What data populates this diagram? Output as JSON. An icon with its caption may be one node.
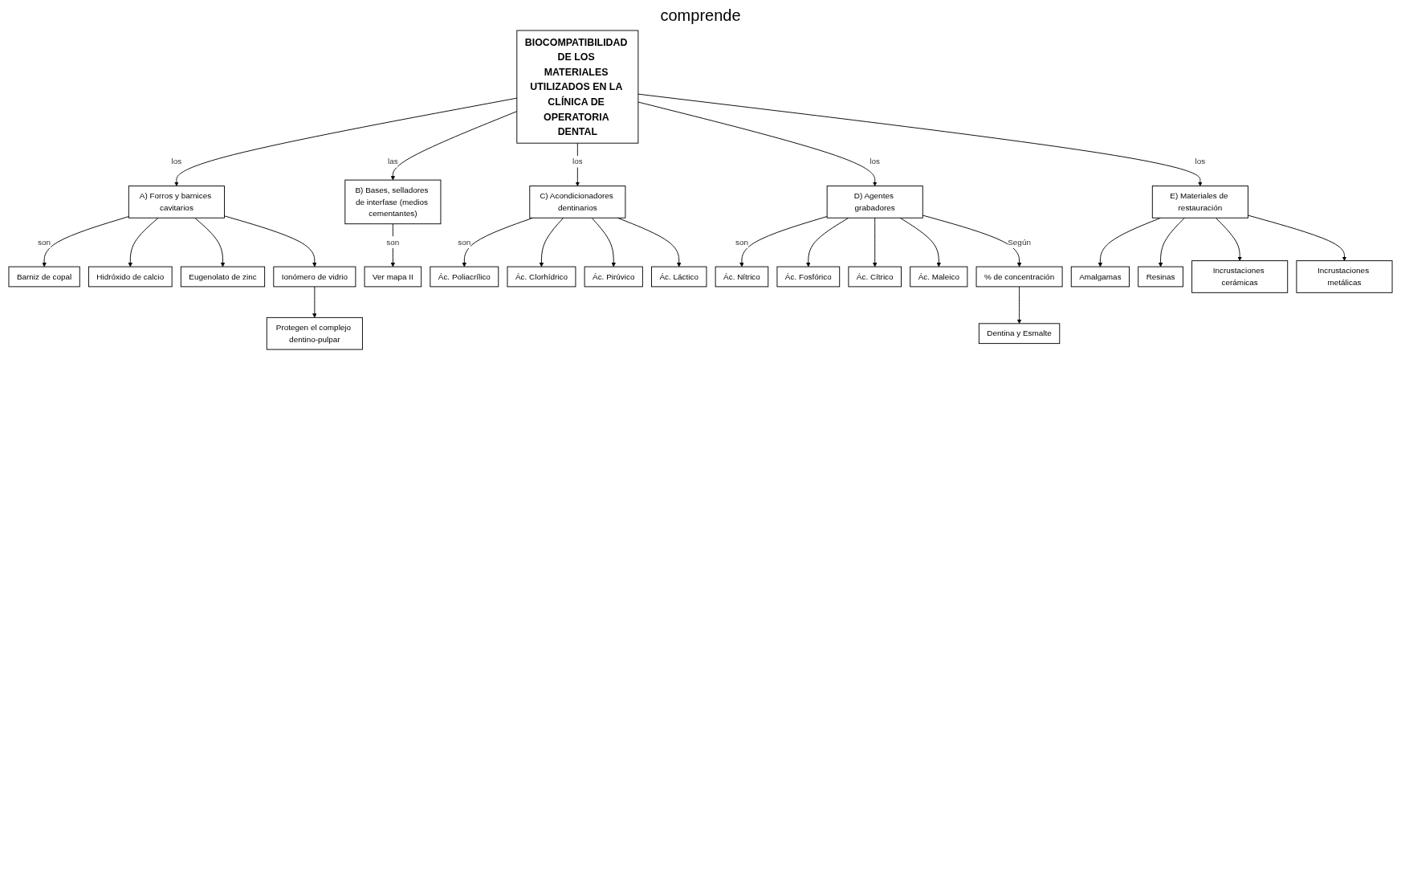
{
  "diagram": {
    "nodes": [
      {
        "text": [
          "BIOCOMPATIBILIDAD DE LOS MATERIALES UTILIZADOS EN LA CLÍNICA DE OPERATORIA DENTAL"
        ]
      },
      {
        "text": [
          "A) Forros y barnices cavitarios"
        ]
      },
      {
        "text": [
          "B) Bases, selladores de interfase (medios cementantes)"
        ]
      },
      {
        "text": [
          "C) Acondicionadores dentinarios"
        ]
      },
      {
        "text": [
          "D) Agentes grabadores"
        ]
      },
      {
        "text": [
          "E) Materiales de restauración"
        ]
      },
      {
        "text": [
          "Barniz de copal"
        ]
      },
      {
        "text": [
          "Hidróxido de calcio"
        ]
      },
      {
        "text": [
          "Eugenolato de zinc"
        ]
      },
      {
        "text": [
          "Ionómero de vidrio"
        ]
      },
      {
        "text": [
          "Protegen el complejo dentino-pulpar"
        ]
      },
      {
        "text": [
          "Ver mapa II"
        ]
      },
      {
        "text": [
          "Ác. Poliacrílico"
        ]
      },
      {
        "text": [
          "Ác. Clorhídrico"
        ]
      },
      {
        "text": [
          "Ác. Pirúvico"
        ]
      },
      {
        "text": [
          "Ác. Láctico"
        ]
      },
      {
        "text": [
          "Ác. Nítrico"
        ]
      },
      {
        "text": [
          "Ác. Fosfórico"
        ]
      },
      {
        "text": [
          "Ác. Cítrico"
        ]
      },
      {
        "text": [
          "Ác. Maleico"
        ]
      },
      {
        "text": [
          "% de concentración"
        ]
      },
      {
        "text": [
          "Dentina y Esmalte"
        ]
      },
      {
        "text": [
          "Amalgamas"
        ]
      },
      {
        "text": [
          "Resinas"
        ]
      },
      {
        "text": [
          "Incrustaciones cerámicas"
        ]
      },
      {
        "text": [
          "Incrustaciones metálicas"
        ]
      }
    ],
    "edges": [
      {
        "from": 0,
        "to": 1,
        "arrow": "to",
        "label": "los"
      },
      {
        "from": 0,
        "to": 2,
        "arrow": "to",
        "label": "las"
      },
      {
        "from": 0,
        "to": 3,
        "arrow": "to",
        "label": "los"
      },
      {
        "from": 0,
        "to": 4,
        "arrow": "to",
        "label": "los"
      },
      {
        "from": 0,
        "to": 5,
        "arrow": "to",
        "label": "los"
      },
      {
        "from": 1,
        "to": 6,
        "arrow": "to",
        "label": "son"
      },
      {
        "from": 1,
        "to": 7,
        "arrow": "to"
      },
      {
        "from": 1,
        "to": 8,
        "arrow": "to"
      },
      {
        "from": 1,
        "to": 9,
        "arrow": "to"
      },
      {
        "from": 9,
        "to": 10,
        "arrow": "to"
      },
      {
        "from": 2,
        "to": 11,
        "arrow": "to",
        "label": "son"
      },
      {
        "from": 3,
        "to": 12,
        "arrow": "to",
        "label": "son"
      },
      {
        "from": 3,
        "to": 13,
        "arrow": "to"
      },
      {
        "from": 3,
        "to": 14,
        "arrow": "to"
      },
      {
        "from": 3,
        "to": 15,
        "arrow": "to"
      },
      {
        "from": 4,
        "to": 16,
        "arrow": "to",
        "label": "son"
      },
      {
        "from": 4,
        "to": 17,
        "arrow": "to"
      },
      {
        "from": 4,
        "to": 18,
        "arrow": "to"
      },
      {
        "from": 4,
        "to": 19,
        "arrow": "to"
      },
      {
        "from": 4,
        "to": 20,
        "arrow": "to",
        "label": "Según"
      },
      {
        "from": 20,
        "to": 21,
        "arrow": "to"
      },
      {
        "from": 5,
        "to": 22,
        "arrow": "to"
      },
      {
        "from": 5,
        "to": 23,
        "arrow": "to"
      },
      {
        "from": 5,
        "to": 24,
        "arrow": "to"
      },
      {
        "from": 5,
        "to": 25,
        "arrow": "to"
      }
    ],
    "labels": [
      "comprende"
    ]
  }
}
